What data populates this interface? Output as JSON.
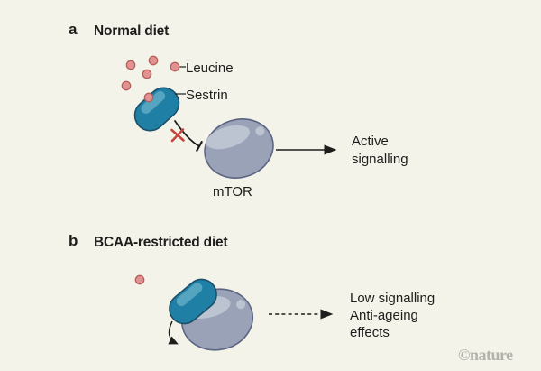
{
  "colors": {
    "background": "#f4f3ea",
    "sestrin_fill": "#1f7fa4",
    "sestrin_highlight": "#5fabc6",
    "sestrin_stroke": "#1b5068",
    "mtor_fill": "#9aa2b7",
    "mtor_highlight": "#c0c6d4",
    "mtor_stroke": "#5b6480",
    "leucine_fill": "#e39292",
    "leucine_stroke": "#b55f5b",
    "inhibit_x": "#c5453c",
    "line": "#1d1d1b",
    "text": "#1d1d1b",
    "watermark": "#b2b2ad"
  },
  "panel_a": {
    "label": "a",
    "title": "Normal diet",
    "leucine_label": "Leucine",
    "sestrin_label": "Sestrin",
    "mtor_label": "mTOR",
    "outcome": "Active\nsignalling"
  },
  "panel_b": {
    "label": "b",
    "title": "BCAA-restricted diet",
    "outcome": "Low signalling\nAnti-ageing\neffects"
  },
  "watermark": "©nature"
}
